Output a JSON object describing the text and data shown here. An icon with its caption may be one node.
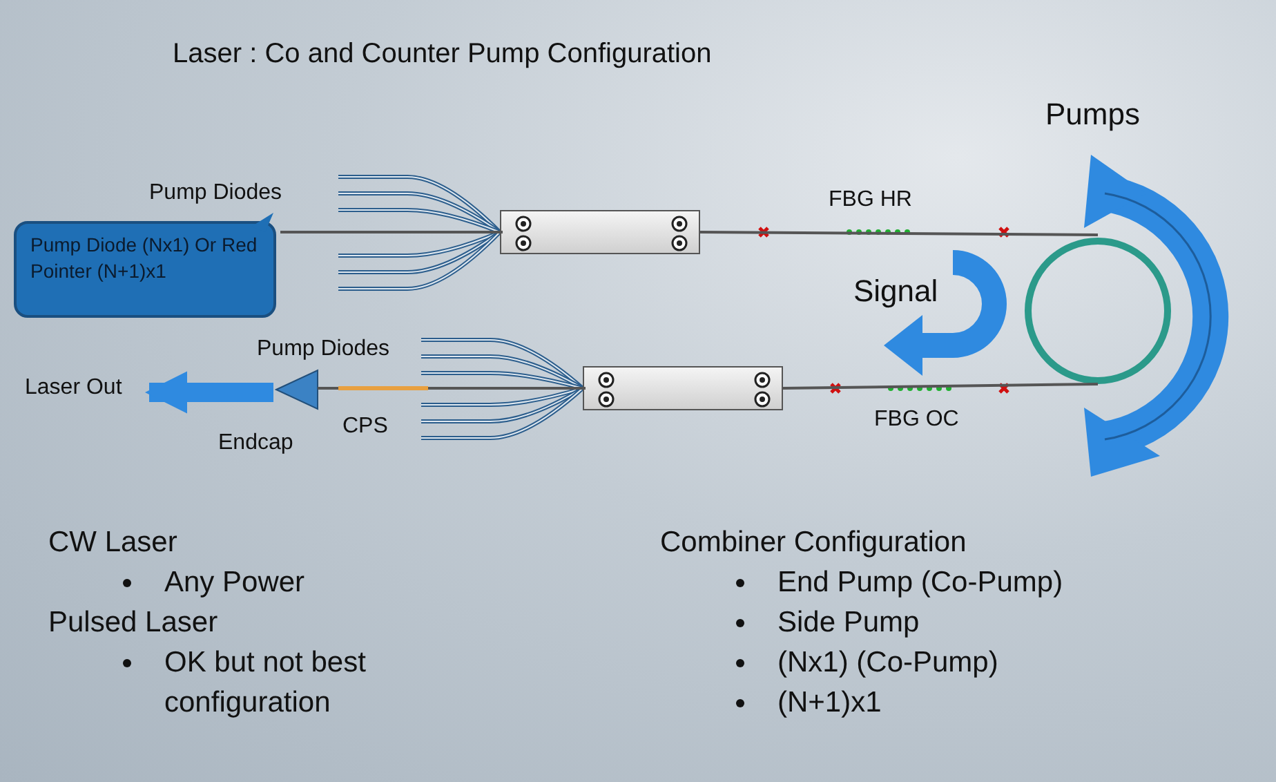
{
  "diagram": {
    "title": "Laser : Co and Counter Pump Configuration",
    "nodes": [
      {
        "text": [
          "Pump Diode (Nx1) Or Red Pointer (N+1)x1"
        ]
      },
      {
        "text": [],
        "shape": "box"
      },
      {
        "text": [],
        "shape": "box"
      },
      {
        "text": [],
        "shape": "circle"
      },
      {
        "text": [
          "Laser Out"
        ]
      },
      {
        "text": [],
        "shape": "trapezoid",
        "beside": [
          "Endcap"
        ]
      }
    ],
    "edges": [
      {
        "from": 0,
        "to": 1,
        "arrow": "none"
      },
      {
        "from": 1,
        "to": 3,
        "arrow": "none",
        "label": "FBG HR"
      },
      {
        "from": 2,
        "to": 3,
        "arrow": "none",
        "label": "FBG OC"
      },
      {
        "from": 5,
        "to": 2,
        "arrow": "none",
        "label": "CPS"
      },
      {
        "from": 5,
        "to": 4,
        "arrow": "to",
        "style": "thick",
        "color": "#2f8ae0"
      }
    ],
    "labels": [
      "Pumps",
      "Pump Diodes",
      "Signal",
      "Pump Diodes",
      "CW Laser",
      "Any Power",
      "Pulsed Laser",
      "OK but not best configuration",
      "Combiner Configuration",
      "End Pump (Co-Pump)",
      "Side Pump",
      "(Nx1) (Co-Pump)",
      "(N+1)x1"
    ]
  }
}
